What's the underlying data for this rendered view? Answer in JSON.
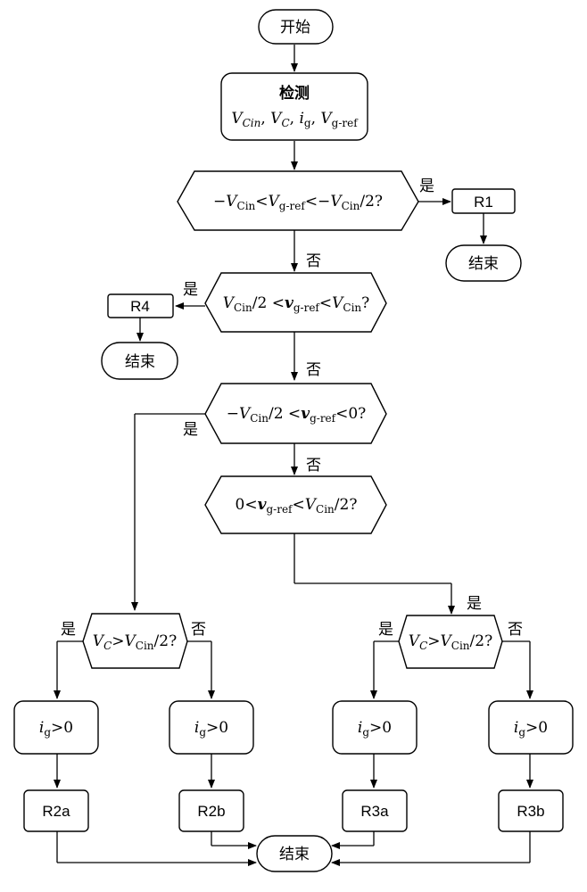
{
  "start": "开始",
  "detect": {
    "title": "检测",
    "signals": [
      "V",
      "Cin",
      "V",
      "C",
      "i",
      "g",
      "V",
      "g-ref"
    ]
  },
  "cond1": [
    "−",
    "V",
    "Cin",
    "<",
    "V",
    "g-ref",
    "<−",
    "V",
    "Cin",
    "/2?"
  ],
  "cond2": [
    "V",
    "Cin",
    "/2 <",
    "v",
    "g-ref",
    "<",
    "V",
    "Cin",
    "?"
  ],
  "cond3": [
    "−",
    "V",
    "Cin",
    "/2 <",
    "v",
    "g-ref",
    "<0?"
  ],
  "cond4": [
    "0<",
    "v",
    "g-ref",
    "<",
    "V",
    "Cin",
    "/2?"
  ],
  "cond5": [
    "V",
    "C",
    ">",
    "V",
    "Cin",
    "/2?"
  ],
  "cond_ig": [
    "i",
    "g",
    ">0"
  ],
  "results": {
    "r1": "R1",
    "r4": "R4",
    "r2a": "R2a",
    "r2b": "R2b",
    "r3a": "R3a",
    "r3b": "R3b"
  },
  "end": "结束",
  "yes": "是",
  "no": "否"
}
